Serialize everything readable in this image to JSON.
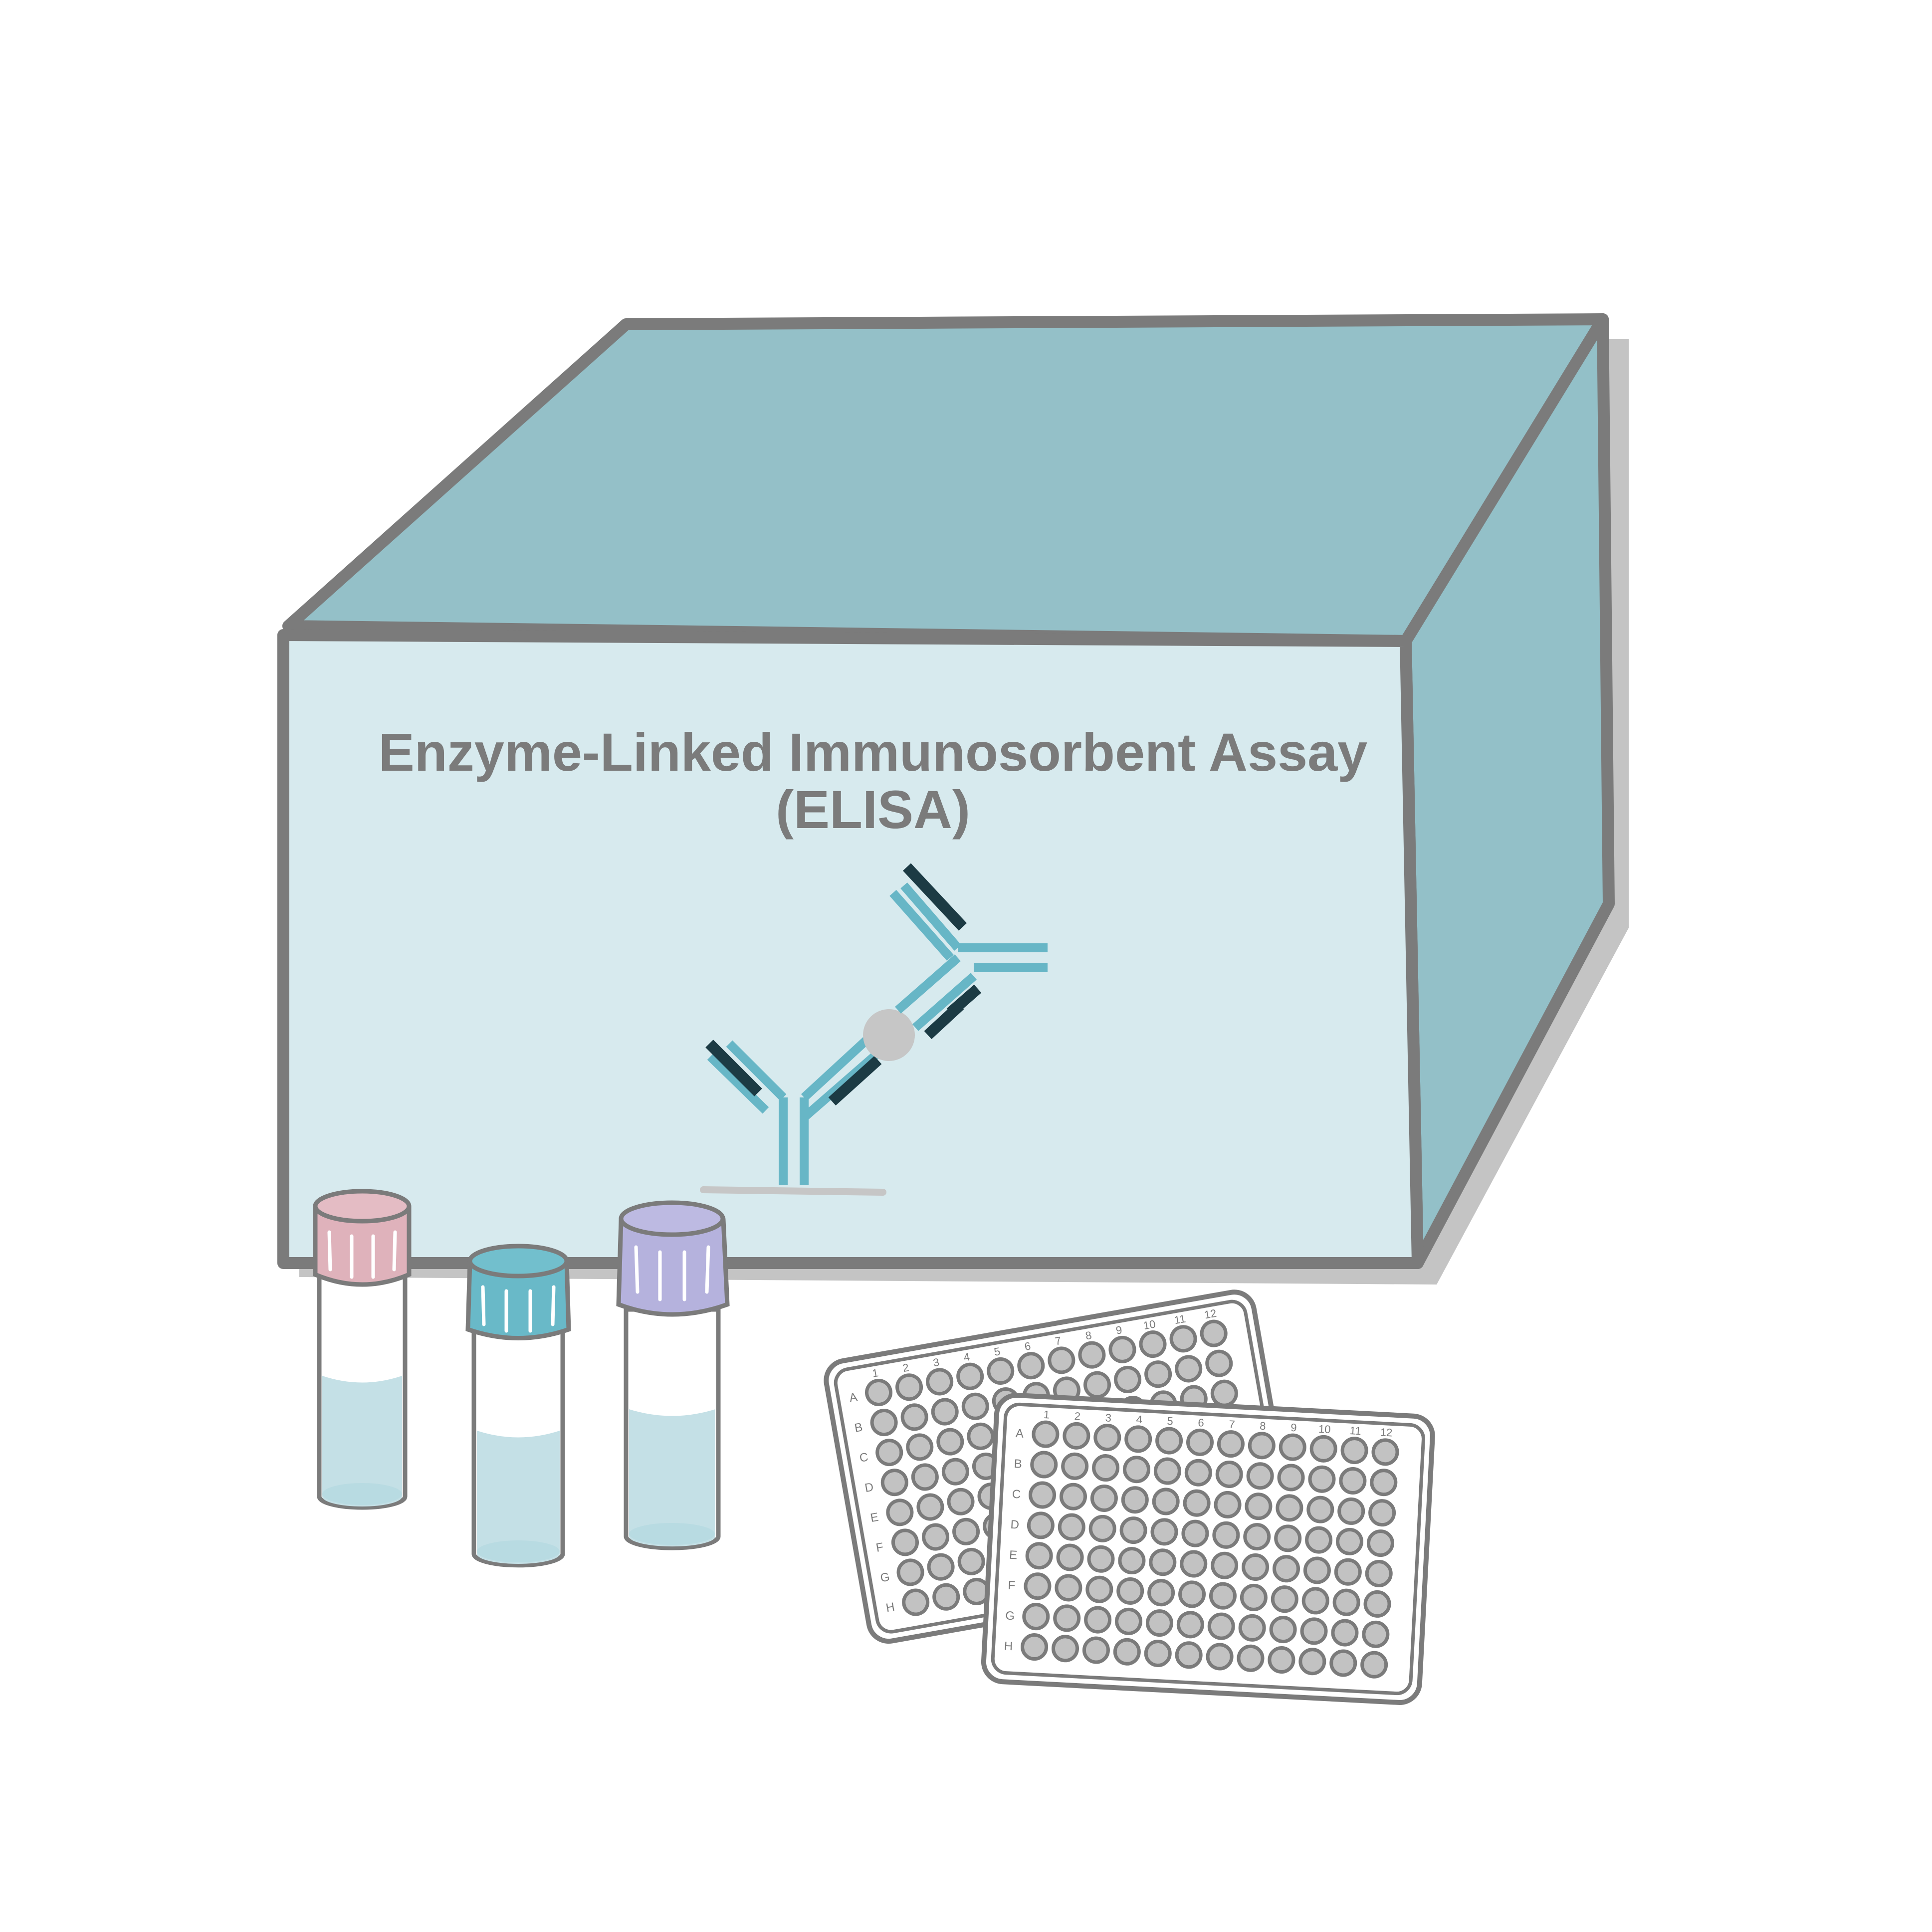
{
  "kit": {
    "title_line1": "Enzyme-Linked Immunosorbent Assay",
    "title_line2": "(ELISA)"
  },
  "plate": {
    "columns": [
      "1",
      "2",
      "3",
      "4",
      "5",
      "6",
      "7",
      "8",
      "9",
      "10",
      "11",
      "12"
    ],
    "rows": [
      "A",
      "B",
      "C",
      "D",
      "E",
      "F",
      "G",
      "H"
    ]
  },
  "vials": [
    {
      "cap_color": "#dfb2bb",
      "fill_level": 0.55
    },
    {
      "cap_color": "#69b9c8",
      "fill_level": 0.45
    },
    {
      "cap_color": "#b5b2dd",
      "fill_level": 0.55
    }
  ],
  "colors": {
    "box_top": "#94c0c8",
    "box_front": "#d7eaee",
    "box_side": "#93c0c8",
    "outline": "#7b7b7b",
    "shadow": "#c4c4c4",
    "antibody_light": "#67b6c6",
    "antibody_dark": "#1c3b44",
    "antigen": "#c6c6c6",
    "liquid": "#c4e0e6",
    "well": "#c2c2c2",
    "title": "#7b7b7b"
  },
  "icons": {
    "antibody": "y-antibody-icon",
    "antigen": "antigen-dot-icon"
  }
}
